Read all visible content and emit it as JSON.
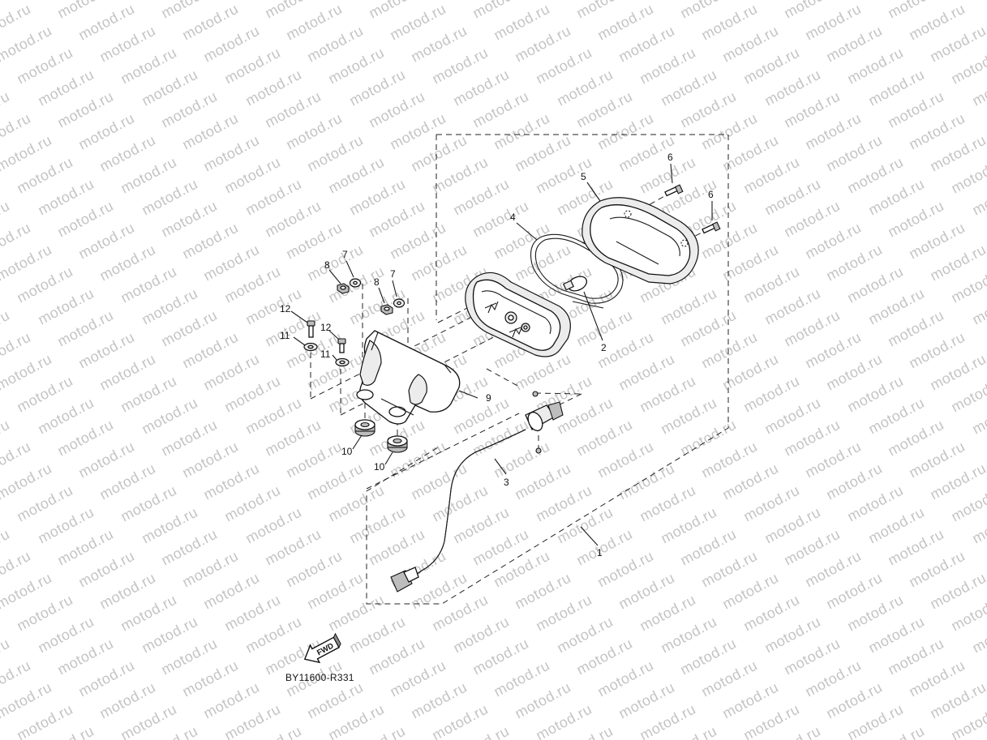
{
  "watermark": {
    "text": "motod.ru"
  },
  "diagram": {
    "code": "BY11600-R331",
    "fwd_label": "FWD",
    "callouts": [
      "1",
      "2",
      "3",
      "4",
      "5",
      "6",
      "6",
      "7",
      "7",
      "8",
      "8",
      "9",
      "10",
      "10",
      "11",
      "11",
      "12",
      "12"
    ]
  }
}
